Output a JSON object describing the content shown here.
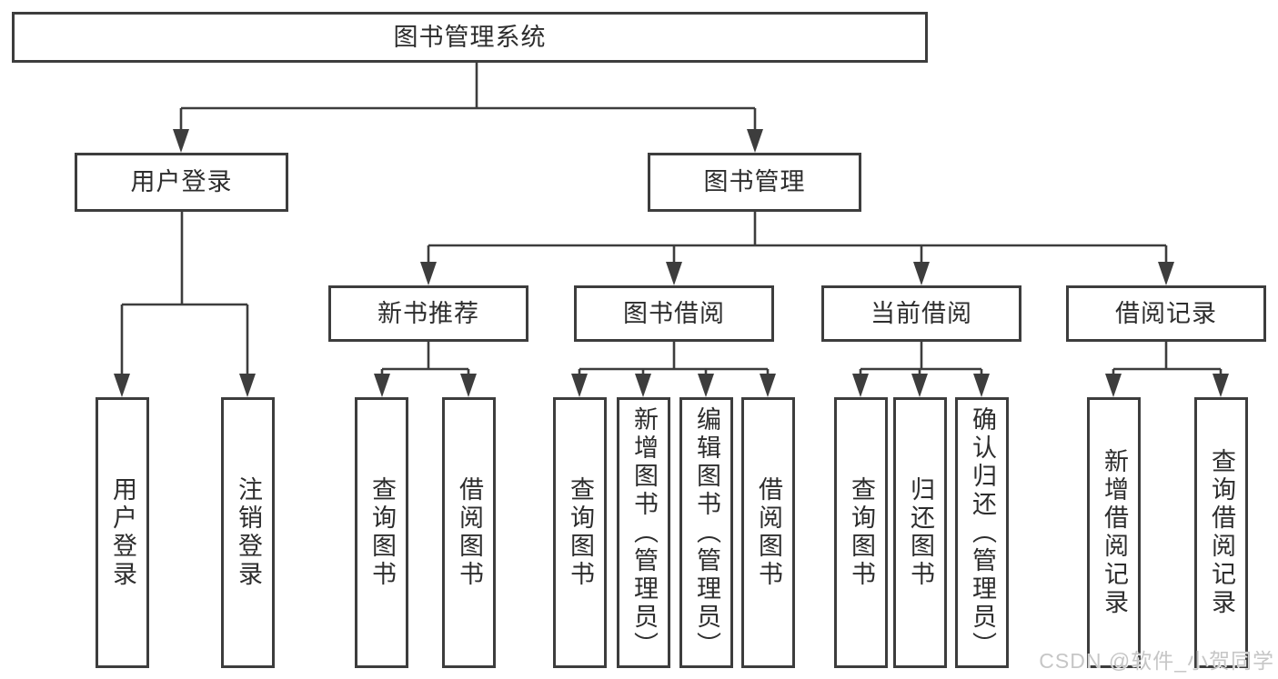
{
  "colors": {
    "line": "#3d3d3d",
    "text": "#2d2d2d",
    "background": "#ffffff",
    "watermark": "#c6c6c6"
  },
  "nodes": {
    "root": {
      "label": "图书管理系统"
    },
    "userLogin": {
      "label": "用户登录"
    },
    "bookMgmt": {
      "label": "图书管理"
    },
    "newBookRec": {
      "label": "新书推荐"
    },
    "bookBorrow": {
      "label": "图书借阅"
    },
    "currentBorrow": {
      "label": "当前借阅"
    },
    "borrowRecords": {
      "label": "借阅记录"
    },
    "leafUserLogin": {
      "label": "用户登录"
    },
    "leafLogout": {
      "label": "注销登录"
    },
    "leafQueryBooksRec": {
      "label": "查询图书"
    },
    "leafBorrowBooksRec": {
      "label": "借阅图书"
    },
    "leafQueryBooksBorrow": {
      "label": "查询图书"
    },
    "leafAddBookAdmin": {
      "label": "新增图书（管理员）"
    },
    "leafEditBookAdmin": {
      "label": "编辑图书（管理员）"
    },
    "leafBorrowBooksBorrow": {
      "label": "借阅图书"
    },
    "leafQueryBooksCurrent": {
      "label": "查询图书"
    },
    "leafReturnBooks": {
      "label": "归还图书"
    },
    "leafConfirmReturnAdmin": {
      "label": "确认归还（管理员）"
    },
    "leafAddBorrowRecord": {
      "label": "新增借阅记录"
    },
    "leafQueryBorrowRecord": {
      "label": "查询借阅记录"
    }
  },
  "hierarchy": {
    "root": "图书管理系统",
    "children": [
      {
        "label": "用户登录",
        "children": [
          "用户登录",
          "注销登录"
        ]
      },
      {
        "label": "图书管理",
        "children": [
          {
            "label": "新书推荐",
            "children": [
              "查询图书",
              "借阅图书"
            ]
          },
          {
            "label": "图书借阅",
            "children": [
              "查询图书",
              "新增图书（管理员）",
              "编辑图书（管理员）",
              "借阅图书"
            ]
          },
          {
            "label": "当前借阅",
            "children": [
              "查询图书",
              "归还图书",
              "确认归还（管理员）"
            ]
          },
          {
            "label": "借阅记录",
            "children": [
              "新增借阅记录",
              "查询借阅记录"
            ]
          }
        ]
      }
    ]
  },
  "watermark": {
    "text": "CSDN @软件_小贺同学"
  }
}
